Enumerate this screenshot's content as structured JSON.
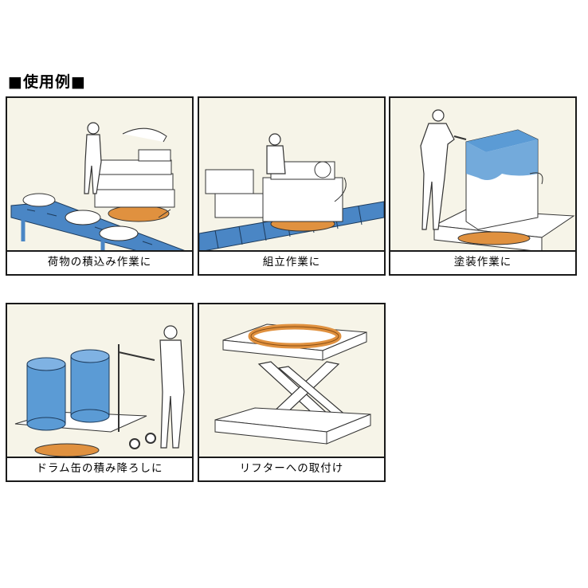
{
  "heading": "■使用例■",
  "panels": [
    {
      "caption": "荷物の積込み作業に",
      "art": "loading-illustration"
    },
    {
      "caption": "組立作業に",
      "art": "assembly-illustration"
    },
    {
      "caption": "塗装作業に",
      "art": "painting-illustration"
    },
    {
      "caption": "ドラム缶の積み降ろしに",
      "art": "drum-illustration"
    },
    {
      "caption": "リフターへの取付け",
      "art": "lifter-illustration"
    }
  ],
  "colors": {
    "conveyor_blue": "#4a86c5",
    "turntable_orange": "#e0913f",
    "drum_blue": "#5b9bd5",
    "panel_bg": "#f6f4e8",
    "border": "#1a1a1a"
  }
}
